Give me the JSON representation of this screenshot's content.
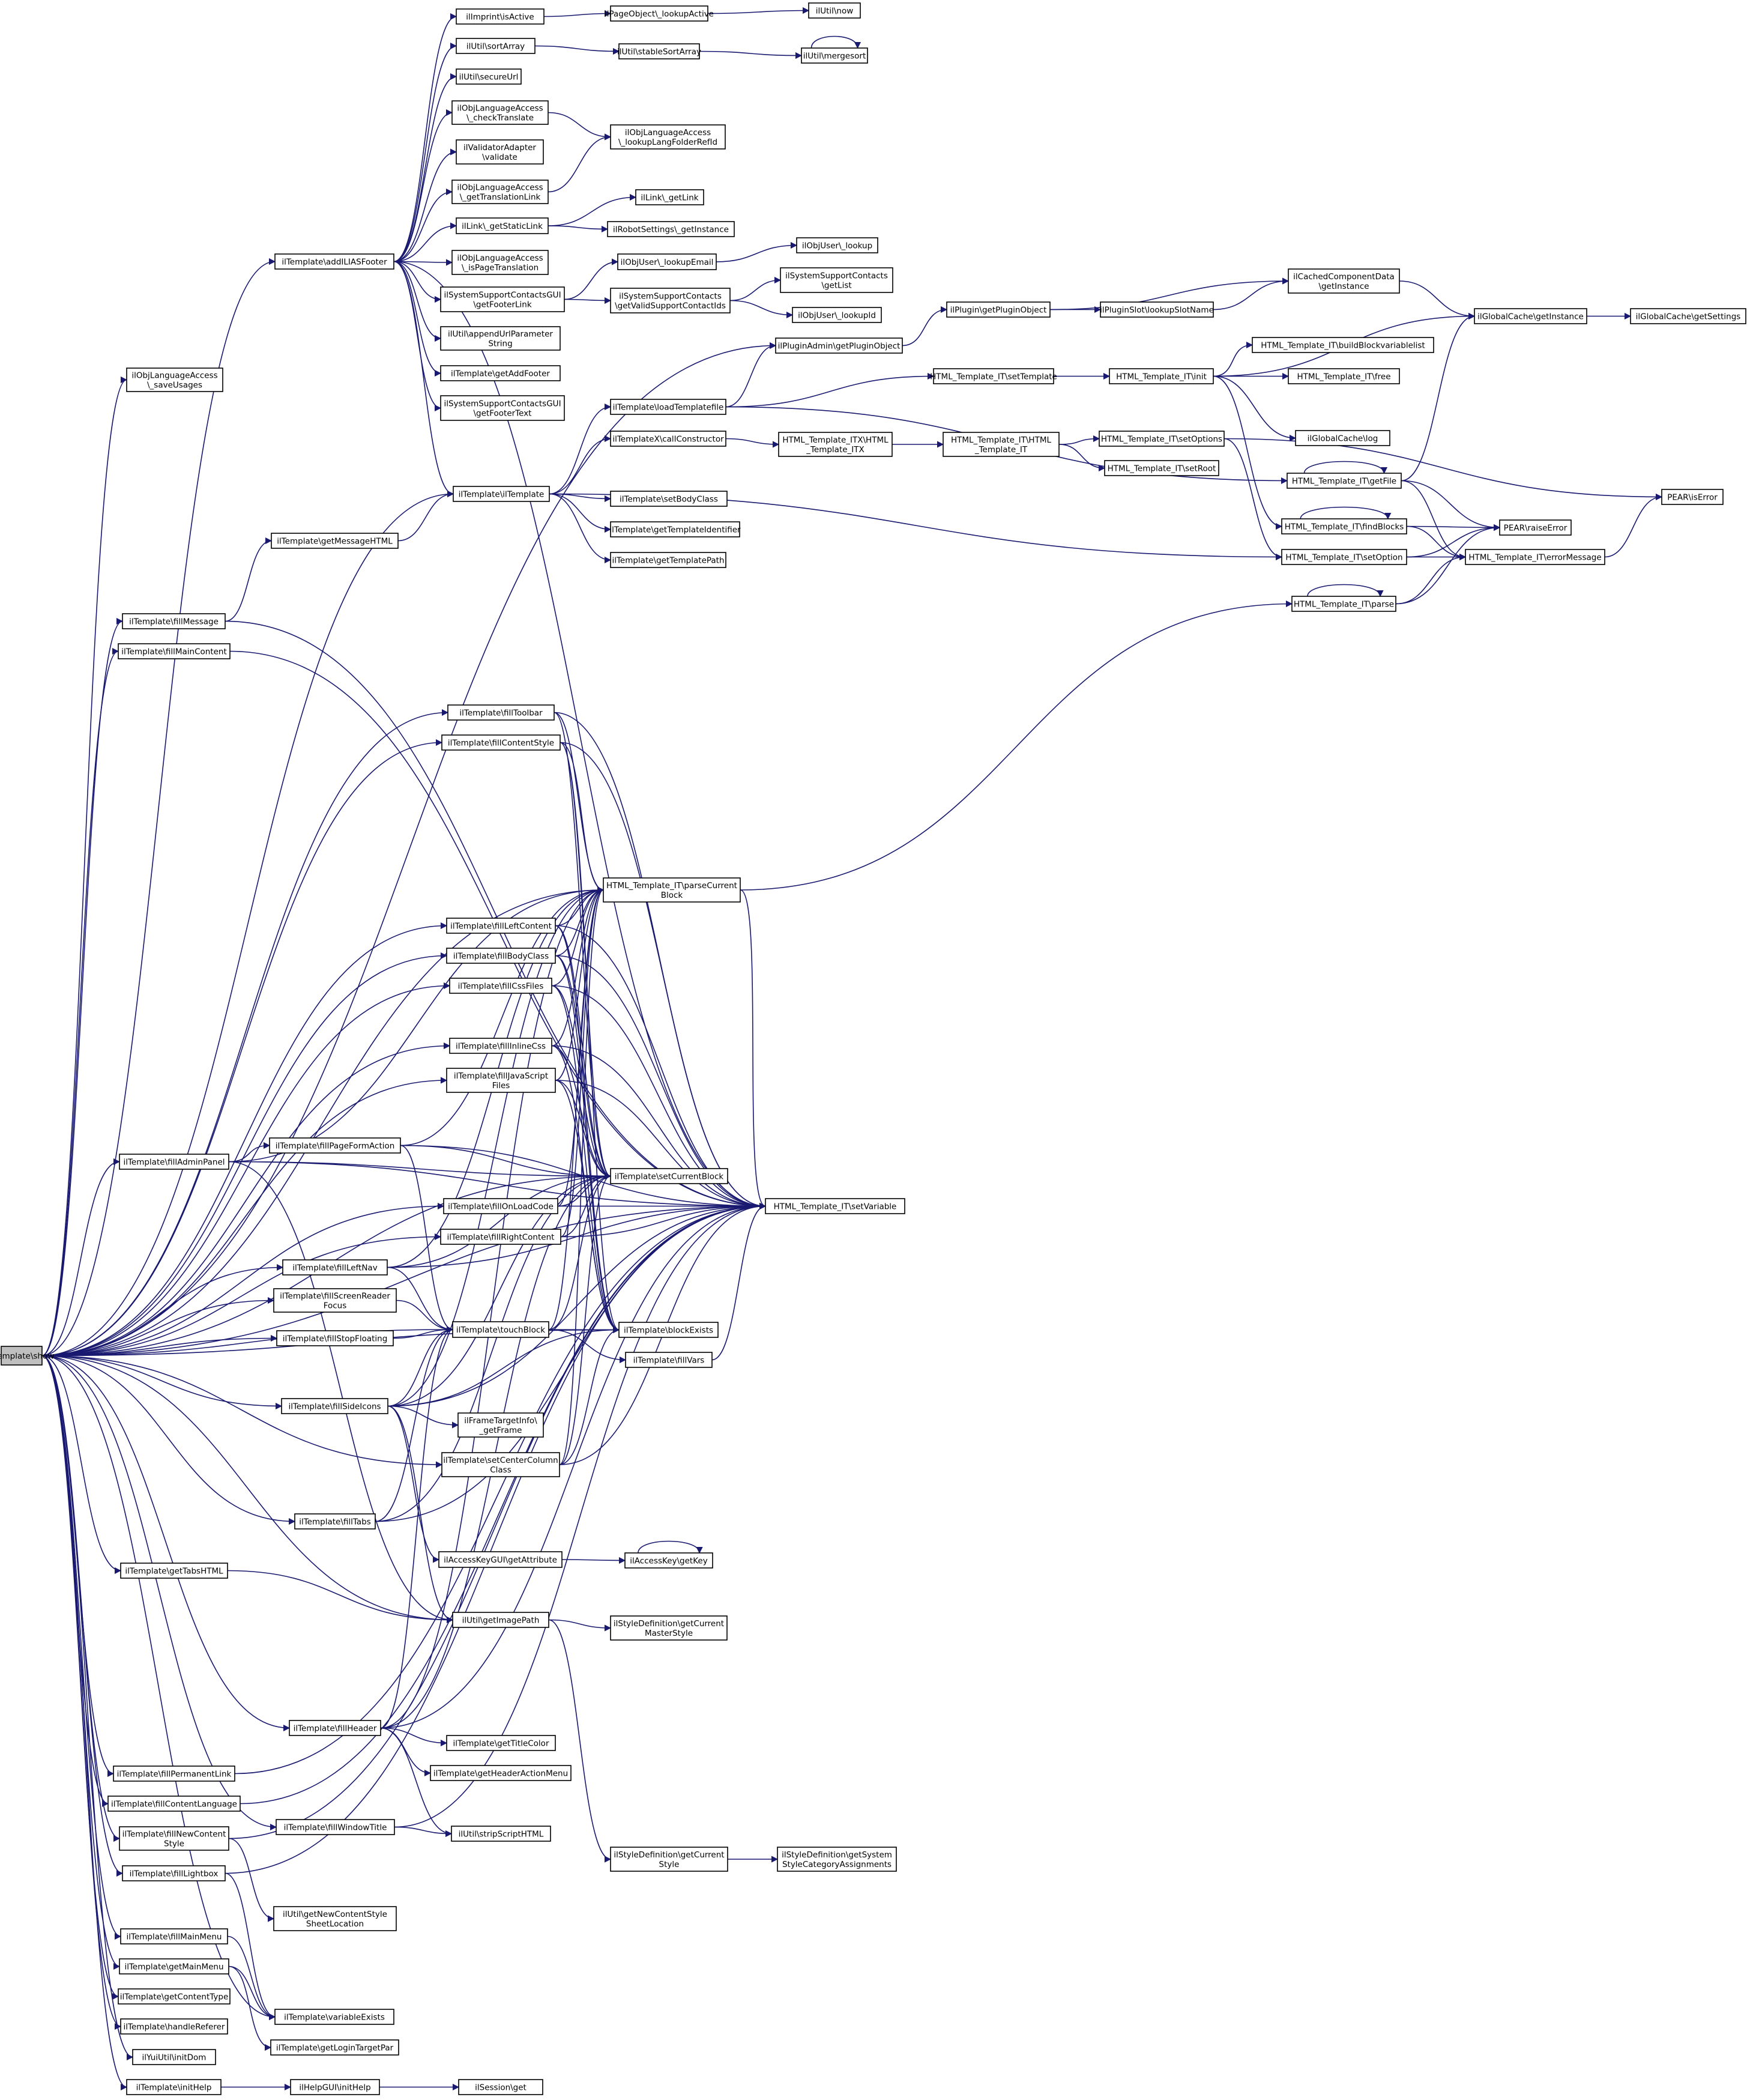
{
  "diagram": {
    "title": "",
    "colors": {
      "edge": "#191970",
      "node_fill": "#ffffff",
      "node_border": "#000000",
      "root_fill": "#bfbfbf"
    },
    "nodes": [
      {
        "id": "show",
        "lines": [
          "ilTemplate\\show"
        ],
        "root": true
      },
      {
        "id": "saveUsages",
        "lines": [
          "ilObjLanguageAccess",
          "\\_saveUsages"
        ]
      },
      {
        "id": "addILIASFooter",
        "lines": [
          "ilTemplate\\addILIASFooter"
        ]
      },
      {
        "id": "imprintIsActive",
        "lines": [
          "ilImprint\\isActive"
        ]
      },
      {
        "id": "pageLookupActive",
        "lines": [
          "ilPageObject\\_lookupActive"
        ]
      },
      {
        "id": "utilNow",
        "lines": [
          "ilUtil\\now"
        ]
      },
      {
        "id": "sortArray",
        "lines": [
          "ilUtil\\sortArray"
        ]
      },
      {
        "id": "stableSortArray",
        "lines": [
          "ilUtil\\stableSortArray"
        ]
      },
      {
        "id": "mergesort",
        "lines": [
          "ilUtil\\mergesort"
        ]
      },
      {
        "id": "secureUrl",
        "lines": [
          "ilUtil\\secureUrl"
        ]
      },
      {
        "id": "checkTranslate",
        "lines": [
          "ilObjLanguageAccess",
          "\\_checkTranslate"
        ]
      },
      {
        "id": "lookupLangFolder",
        "lines": [
          "ilObjLanguageAccess",
          "\\_lookupLangFolderRefId"
        ]
      },
      {
        "id": "validatorValidate",
        "lines": [
          "ilValidatorAdapter",
          "\\validate"
        ]
      },
      {
        "id": "getTranslationLink",
        "lines": [
          "ilObjLanguageAccess",
          "\\_getTranslationLink"
        ]
      },
      {
        "id": "linkGetLink",
        "lines": [
          "ilLink\\_getLink"
        ]
      },
      {
        "id": "getStaticLink",
        "lines": [
          "ilLink\\_getStaticLink"
        ]
      },
      {
        "id": "robotInstance",
        "lines": [
          "ilRobotSettings\\_getInstance"
        ]
      },
      {
        "id": "isPageTranslation",
        "lines": [
          "ilObjLanguageAccess",
          "\\_isPageTranslation"
        ]
      },
      {
        "id": "userLookup",
        "lines": [
          "ilObjUser\\_lookup"
        ]
      },
      {
        "id": "userLookupEmail",
        "lines": [
          "ilObjUser\\_lookupEmail"
        ]
      },
      {
        "id": "footerLink",
        "lines": [
          "ilSystemSupportContactsGUI",
          "\\getFooterLink"
        ]
      },
      {
        "id": "supportGetList",
        "lines": [
          "ilSystemSupportContacts",
          "\\getList"
        ]
      },
      {
        "id": "validSupportIds",
        "lines": [
          "ilSystemSupportContacts",
          "\\getValidSupportContactIds"
        ]
      },
      {
        "id": "userLookupId",
        "lines": [
          "ilObjUser\\_lookupId"
        ]
      },
      {
        "id": "appendUrlParam",
        "lines": [
          "ilUtil\\appendUrlParameter",
          "String"
        ]
      },
      {
        "id": "getAddFooter",
        "lines": [
          "ilTemplate\\getAddFooter"
        ]
      },
      {
        "id": "footerText",
        "lines": [
          "ilSystemSupportContactsGUI",
          "\\getFooterText"
        ]
      },
      {
        "id": "cachedInstance",
        "lines": [
          "ilCachedComponentData",
          "\\getInstance"
        ]
      },
      {
        "id": "pluginGetObject",
        "lines": [
          "ilPlugin\\getPluginObject"
        ]
      },
      {
        "id": "lookupSlotName",
        "lines": [
          "ilPluginSlot\\lookupSlotName"
        ]
      },
      {
        "id": "globalCacheInstance",
        "lines": [
          "ilGlobalCache\\getInstance"
        ]
      },
      {
        "id": "globalCacheSettings",
        "lines": [
          "ilGlobalCache\\getSettings"
        ]
      },
      {
        "id": "adminGetPluginObject",
        "lines": [
          "ilPluginAdmin\\getPluginObject"
        ]
      },
      {
        "id": "buildBlockvarlist",
        "lines": [
          "HTML_Template_IT\\buildBlockvariablelist"
        ]
      },
      {
        "id": "itInit",
        "lines": [
          "HTML_Template_IT\\init"
        ]
      },
      {
        "id": "itSetTemplate",
        "lines": [
          "HTML_Template_IT\\setTemplate"
        ]
      },
      {
        "id": "itFree",
        "lines": [
          "HTML_Template_IT\\free"
        ]
      },
      {
        "id": "loadTemplatefile",
        "lines": [
          "ilTemplate\\loadTemplatefile"
        ]
      },
      {
        "id": "cacheLog",
        "lines": [
          "ilGlobalCache\\log"
        ]
      },
      {
        "id": "callConstructor",
        "lines": [
          "ilTemplateX\\callConstructor"
        ]
      },
      {
        "id": "itxCtor",
        "lines": [
          "HTML_Template_ITX\\HTML",
          "_Template_ITX"
        ]
      },
      {
        "id": "itCtor",
        "lines": [
          "HTML_Template_IT\\HTML",
          "_Template_IT"
        ]
      },
      {
        "id": "setOptions",
        "lines": [
          "HTML_Template_IT\\setOptions"
        ]
      },
      {
        "id": "setRoot",
        "lines": [
          "HTML_Template_IT\\setRoot"
        ]
      },
      {
        "id": "itGetFile",
        "lines": [
          "HTML_Template_IT\\getFile"
        ]
      },
      {
        "id": "ilTemplateCtor",
        "lines": [
          "ilTemplate\\ilTemplate"
        ]
      },
      {
        "id": "setBodyClass",
        "lines": [
          "ilTemplate\\setBodyClass"
        ]
      },
      {
        "id": "pearIsError",
        "lines": [
          "PEAR\\isError"
        ]
      },
      {
        "id": "findBlocks",
        "lines": [
          "HTML_Template_IT\\findBlocks"
        ]
      },
      {
        "id": "pearRaiseError",
        "lines": [
          "PEAR\\raiseError"
        ]
      },
      {
        "id": "getTemplateIdentifier",
        "lines": [
          "ilTemplate\\getTemplateIdentifier"
        ]
      },
      {
        "id": "getMessageHTML",
        "lines": [
          "ilTemplate\\getMessageHTML"
        ]
      },
      {
        "id": "setOption",
        "lines": [
          "HTML_Template_IT\\setOption"
        ]
      },
      {
        "id": "errorMessage",
        "lines": [
          "HTML_Template_IT\\errorMessage"
        ]
      },
      {
        "id": "getTemplatePath",
        "lines": [
          "ilTemplate\\getTemplatePath"
        ]
      },
      {
        "id": "itParse",
        "lines": [
          "HTML_Template_IT\\parse"
        ]
      },
      {
        "id": "fillMessage",
        "lines": [
          "ilTemplate\\fillMessage"
        ]
      },
      {
        "id": "fillMainContent",
        "lines": [
          "ilTemplate\\fillMainContent"
        ]
      },
      {
        "id": "fillToolbar",
        "lines": [
          "ilTemplate\\fillToolbar"
        ]
      },
      {
        "id": "fillContentStyle",
        "lines": [
          "ilTemplate\\fillContentStyle"
        ]
      },
      {
        "id": "parseCurrentBlock",
        "lines": [
          "HTML_Template_IT\\parseCurrent",
          "Block"
        ]
      },
      {
        "id": "fillLeftContent",
        "lines": [
          "ilTemplate\\fillLeftContent"
        ]
      },
      {
        "id": "fillBodyClass",
        "lines": [
          "ilTemplate\\fillBodyClass"
        ]
      },
      {
        "id": "fillCssFiles",
        "lines": [
          "ilTemplate\\fillCssFiles"
        ]
      },
      {
        "id": "fillInlineCss",
        "lines": [
          "ilTemplate\\fillInlineCss"
        ]
      },
      {
        "id": "fillJavaScriptFiles",
        "lines": [
          "ilTemplate\\fillJavaScript",
          "Files"
        ]
      },
      {
        "id": "fillPageFormAction",
        "lines": [
          "ilTemplate\\fillPageFormAction"
        ]
      },
      {
        "id": "fillAdminPanel",
        "lines": [
          "ilTemplate\\fillAdminPanel"
        ]
      },
      {
        "id": "setCurrentBlock",
        "lines": [
          "ilTemplate\\setCurrentBlock"
        ]
      },
      {
        "id": "fillOnLoadCode",
        "lines": [
          "ilTemplate\\fillOnLoadCode"
        ]
      },
      {
        "id": "setVariable",
        "lines": [
          "HTML_Template_IT\\setVariable"
        ]
      },
      {
        "id": "fillRightContent",
        "lines": [
          "ilTemplate\\fillRightContent"
        ]
      },
      {
        "id": "fillLeftNav",
        "lines": [
          "ilTemplate\\fillLeftNav"
        ]
      },
      {
        "id": "fillScreenReaderFocus",
        "lines": [
          "ilTemplate\\fillScreenReader",
          "Focus"
        ]
      },
      {
        "id": "touchBlock",
        "lines": [
          "ilTemplate\\touchBlock"
        ]
      },
      {
        "id": "blockExists",
        "lines": [
          "ilTemplate\\blockExists"
        ]
      },
      {
        "id": "fillStopFloating",
        "lines": [
          "ilTemplate\\fillStopFloating"
        ]
      },
      {
        "id": "fillVars",
        "lines": [
          "ilTemplate\\fillVars"
        ]
      },
      {
        "id": "fillSideIcons",
        "lines": [
          "ilTemplate\\fillSideIcons"
        ]
      },
      {
        "id": "getFrame",
        "lines": [
          "ilFrameTargetInfo\\",
          "_getFrame"
        ]
      },
      {
        "id": "setCenterColumnClass",
        "lines": [
          "ilTemplate\\setCenterColumn",
          "Class"
        ]
      },
      {
        "id": "fillTabs",
        "lines": [
          "ilTemplate\\fillTabs"
        ]
      },
      {
        "id": "accessKeyGuiAttr",
        "lines": [
          "ilAccessKeyGUI\\getAttribute"
        ]
      },
      {
        "id": "accessKeyGetKey",
        "lines": [
          "ilAccessKey\\getKey"
        ]
      },
      {
        "id": "getTabsHTML",
        "lines": [
          "ilTemplate\\getTabsHTML"
        ]
      },
      {
        "id": "getImagePath",
        "lines": [
          "ilUtil\\getImagePath"
        ]
      },
      {
        "id": "currentMasterStyle",
        "lines": [
          "ilStyleDefinition\\getCurrent",
          "MasterStyle"
        ]
      },
      {
        "id": "fillHeader",
        "lines": [
          "ilTemplate\\fillHeader"
        ]
      },
      {
        "id": "getTitleColor",
        "lines": [
          "ilTemplate\\getTitleColor"
        ]
      },
      {
        "id": "getHeaderActionMenu",
        "lines": [
          "ilTemplate\\getHeaderActionMenu"
        ]
      },
      {
        "id": "fillPermanentLink",
        "lines": [
          "ilTemplate\\fillPermanentLink"
        ]
      },
      {
        "id": "fillContentLanguage",
        "lines": [
          "ilTemplate\\fillContentLanguage"
        ]
      },
      {
        "id": "fillWindowTitle",
        "lines": [
          "ilTemplate\\fillWindowTitle"
        ]
      },
      {
        "id": "stripScriptHTML",
        "lines": [
          "ilUtil\\stripScriptHTML"
        ]
      },
      {
        "id": "fillNewContentStyle",
        "lines": [
          "ilTemplate\\fillNewContent",
          "Style"
        ]
      },
      {
        "id": "getCurrentStyle",
        "lines": [
          "ilStyleDefinition\\getCurrent",
          "Style"
        ]
      },
      {
        "id": "styleCategoryAssign",
        "lines": [
          "ilStyleDefinition\\getSystem",
          "StyleCategoryAssignments"
        ]
      },
      {
        "id": "fillLightbox",
        "lines": [
          "ilTemplate\\fillLightbox"
        ]
      },
      {
        "id": "newContentStyleSheet",
        "lines": [
          "ilUtil\\getNewContentStyle",
          "SheetLocation"
        ]
      },
      {
        "id": "fillMainMenu",
        "lines": [
          "ilTemplate\\fillMainMenu"
        ]
      },
      {
        "id": "getMainMenu",
        "lines": [
          "ilTemplate\\getMainMenu"
        ]
      },
      {
        "id": "getContentType",
        "lines": [
          "ilTemplate\\getContentType"
        ]
      },
      {
        "id": "variableExists",
        "lines": [
          "ilTemplate\\variableExists"
        ]
      },
      {
        "id": "handleReferer",
        "lines": [
          "ilTemplate\\handleReferer"
        ]
      },
      {
        "id": "getLoginTargetPar",
        "lines": [
          "ilTemplate\\getLoginTargetPar"
        ]
      },
      {
        "id": "yuiInitDom",
        "lines": [
          "ilYuiUtil\\initDom"
        ]
      },
      {
        "id": "initHelp",
        "lines": [
          "ilTemplate\\initHelp"
        ]
      },
      {
        "id": "helpInitHelp",
        "lines": [
          "ilHelpGUI\\initHelp"
        ]
      },
      {
        "id": "sessionGet",
        "lines": [
          "ilSession\\get"
        ]
      }
    ]
  }
}
